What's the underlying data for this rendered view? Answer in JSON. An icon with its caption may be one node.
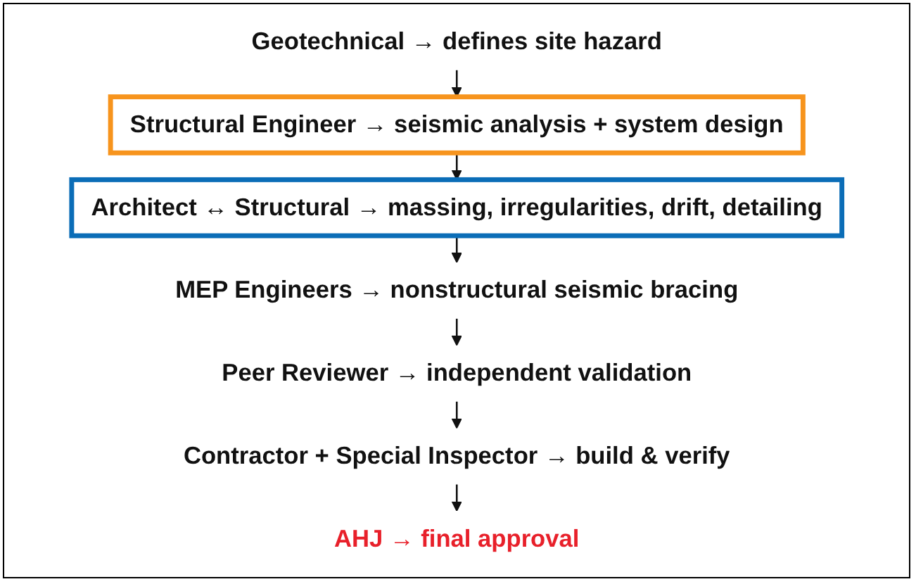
{
  "diagram": {
    "nodes": [
      {
        "text": [
          "Geotechnical → defines site hazard"
        ]
      },
      {
        "text": [
          "Structural Engineer → seismic analysis + system design"
        ]
      },
      {
        "text": [
          "Architect ↔ Structural → massing, irregularities, drift, detailing"
        ]
      },
      {
        "text": [
          "MEP Engineers → nonstructural seismic bracing"
        ]
      },
      {
        "text": [
          "Peer Reviewer → independent validation"
        ]
      },
      {
        "text": [
          "Contractor + Special Inspector → build & verify"
        ]
      },
      {
        "text": [
          "AHJ → final approval"
        ]
      }
    ],
    "edges": [
      {
        "from": 0,
        "to": 1,
        "arrow": "to"
      },
      {
        "from": 1,
        "to": 2,
        "arrow": "to"
      },
      {
        "from": 2,
        "to": 3,
        "arrow": "to"
      },
      {
        "from": 3,
        "to": 4,
        "arrow": "to"
      },
      {
        "from": 4,
        "to": 5,
        "arrow": "to"
      },
      {
        "from": 5,
        "to": 6,
        "arrow": "to"
      }
    ]
  }
}
